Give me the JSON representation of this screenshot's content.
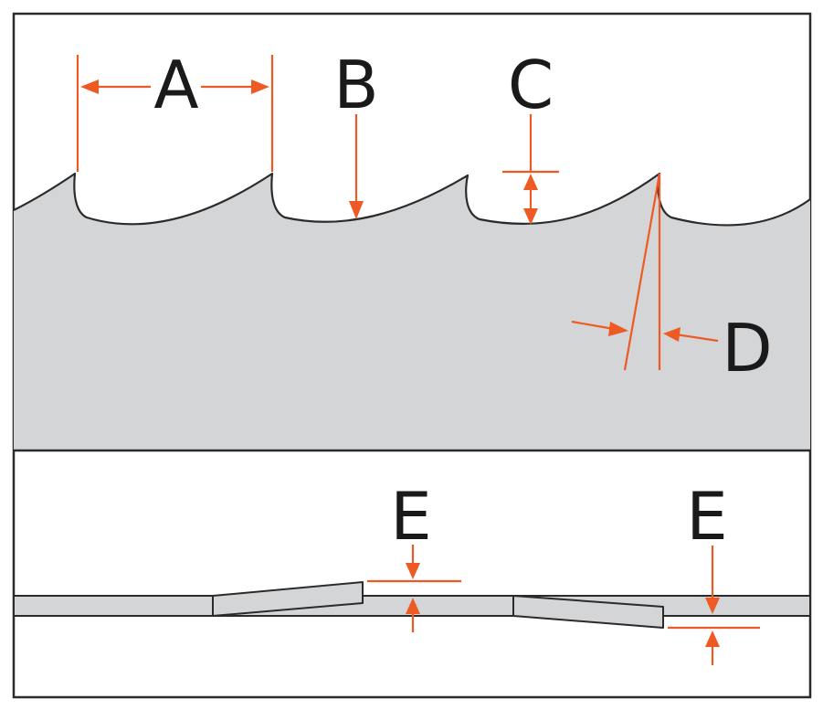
{
  "colors": {
    "frame": "#2b2b2b",
    "blade": "#d4d5d7",
    "outline": "#2b2b2b",
    "dimension": "#ee5a24",
    "text": "#1a1a1a"
  },
  "labels": {
    "pitch": "A",
    "gullet": "B",
    "tooth_height": "C",
    "rake_angle": "D",
    "set_left": "E",
    "set_right": "E"
  }
}
